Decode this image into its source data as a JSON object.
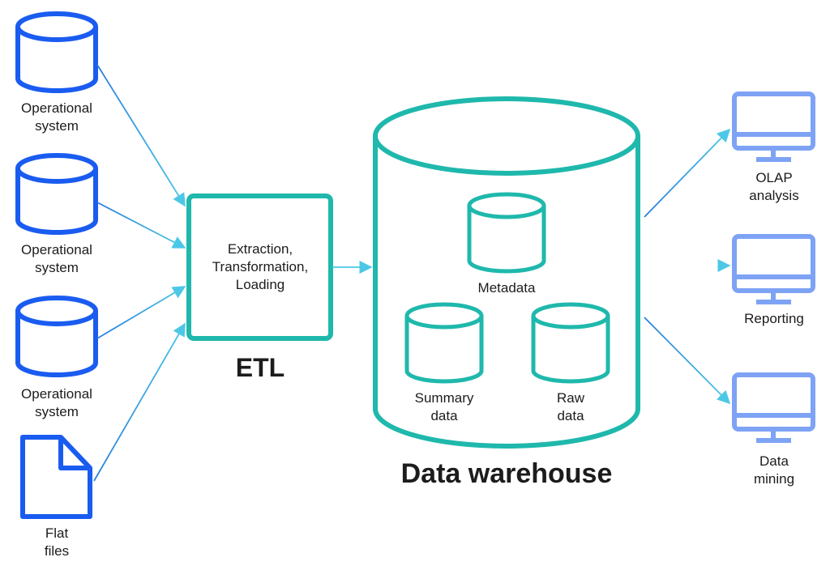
{
  "sources": [
    {
      "label_line1": "Operational",
      "label_line2": "system",
      "icon": "database-icon"
    },
    {
      "label_line1": "Operational",
      "label_line2": "system",
      "icon": "database-icon"
    },
    {
      "label_line1": "Operational",
      "label_line2": "system",
      "icon": "database-icon"
    },
    {
      "label_line1": "Flat",
      "label_line2": "files",
      "icon": "file-icon"
    }
  ],
  "etl": {
    "box_line1": "Extraction,",
    "box_line2": "Transformation,",
    "box_line3": "Loading",
    "title": "ETL"
  },
  "warehouse": {
    "title": "Data warehouse",
    "metadata": "Metadata",
    "summary_line1": "Summary",
    "summary_line2": "data",
    "raw_line1": "Raw",
    "raw_line2": "data"
  },
  "outputs": [
    {
      "label_line1": "OLAP",
      "label_line2": "analysis",
      "icon": "monitor-icon"
    },
    {
      "label_line1": "Reporting",
      "label_line2": "",
      "icon": "monitor-icon"
    },
    {
      "label_line1": "Data",
      "label_line2": "mining",
      "icon": "monitor-icon"
    }
  ],
  "colors": {
    "source_blue": "#1a5cf0",
    "teal": "#1fb8ac",
    "monitor_blue": "#7ea3f5",
    "arrow_blue": "#2a7fdc",
    "arrow_light": "#4cc8e6",
    "text": "#1c1c1c"
  }
}
